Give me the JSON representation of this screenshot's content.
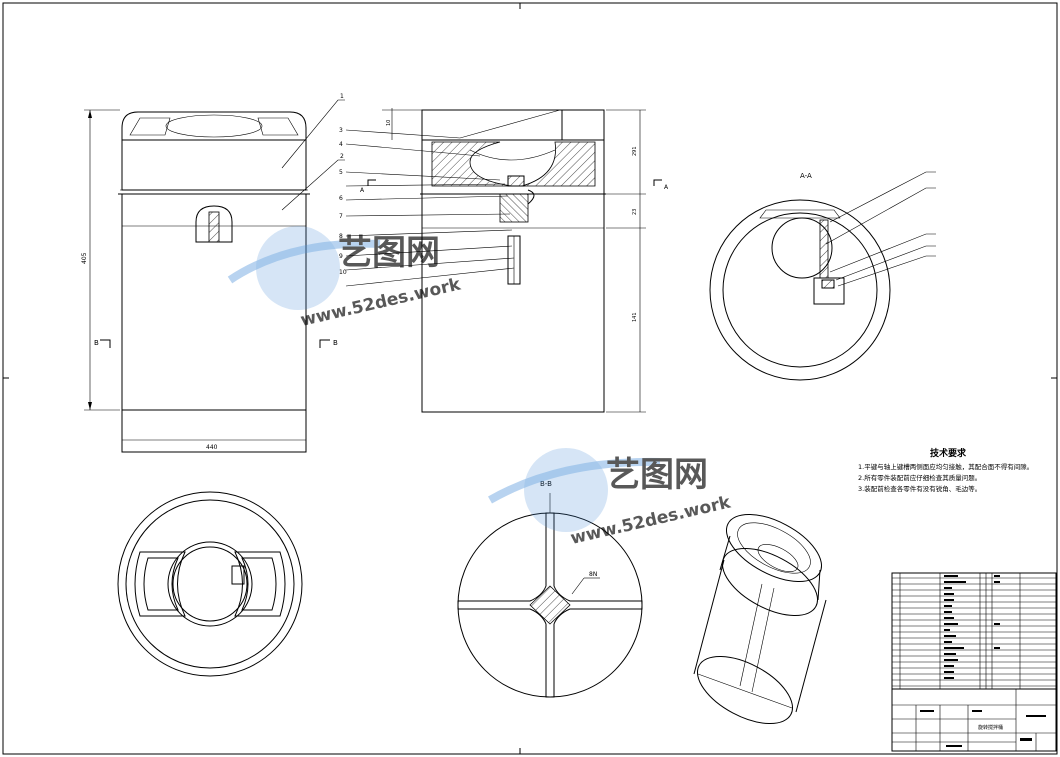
{
  "watermark": {
    "brand": "艺图网",
    "url": "www.52des.work",
    "color": "#4a8fd8"
  },
  "dimensions": {
    "top_gap": "10",
    "height_upper": "291",
    "gap": "23",
    "height_lower": "141",
    "total_height": "405",
    "width": "440"
  },
  "callouts": [
    "1",
    "2",
    "3",
    "4",
    "5",
    "6",
    "7",
    "8",
    "9",
    "10"
  ],
  "section_labels": {
    "aa": "A-A",
    "bb": "B-B",
    "b_marker_left": "B",
    "b_marker_right": "B",
    "a_marker": "A"
  },
  "weld_note": "8N",
  "tech_requirements": {
    "title": "技术要求",
    "notes": [
      "1.平键与轴上键槽两侧面应均匀接触，其配合面不得有间隙。",
      "2.所有零件装配前应仔细检查其质量问题。",
      "3.装配前检查各零件有没有锐角、毛边等。"
    ]
  },
  "title_block": {
    "drawing_title": "旋转搅拌桶"
  }
}
